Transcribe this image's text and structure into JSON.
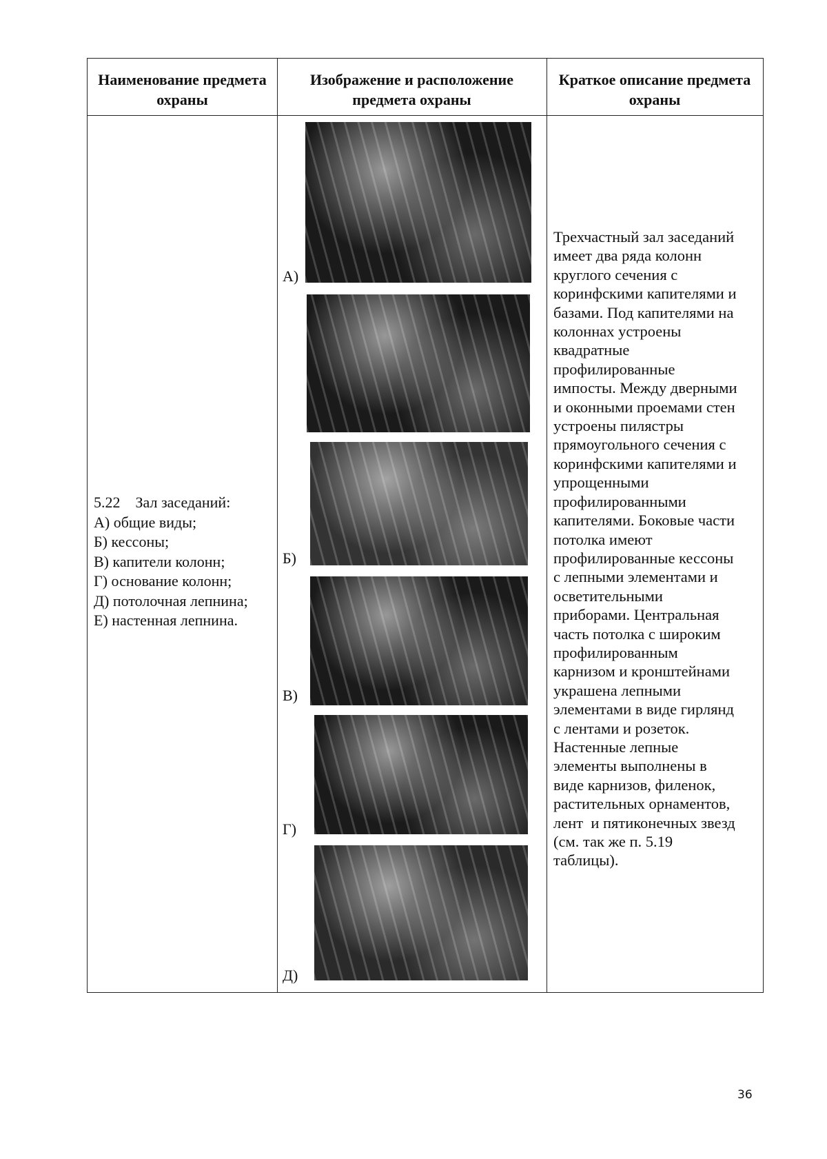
{
  "table": {
    "headers": [
      "Наименование предмета охраны",
      "Изображение и расположение предмета охраны",
      "Краткое описание предмета охраны"
    ],
    "name_lines": [
      "5.22    Зал заседаний:",
      "А) общие виды;",
      "Б) кессоны;",
      "В) капители колонн;",
      "Г) основание колонн;",
      "Д) потолочная лепнина;",
      "Е) настенная лепнина."
    ],
    "photo_labels": [
      "А)",
      "Б)",
      "В)",
      "Г)",
      "Д)"
    ],
    "description_lines": [
      "Трехчастный зал заседаний",
      "имеет два ряда колонн",
      "круглого сечения с",
      "коринфскими капителями и",
      "базами. Под капителями на",
      "колоннах устроены",
      "квадратные",
      "профилированные",
      "импосты. Между дверными",
      "и оконными проемами стен",
      "устроены пилястры",
      "прямоугольного сечения с",
      "коринфскими капителями и",
      "упрощенными",
      "профилированными",
      "капителями. Боковые части",
      "потолка имеют",
      "профилированные кессоны",
      "с лепными элементами и",
      "осветительными",
      "приборами. Центральная",
      "часть потолка с широким",
      "профилированным",
      "карнизом и кронштейнами",
      "украшена лепными",
      "элементами в виде гирлянд",
      "с лентами и розеток.",
      "Настенные лепные",
      "элементы выполнены в",
      "виде карнизов, филенок,",
      "растительных орнаментов,",
      "лент  и пятиконечных звезд",
      "(см. так же п. 5.19",
      "таблицы)."
    ]
  },
  "page_number": "36"
}
